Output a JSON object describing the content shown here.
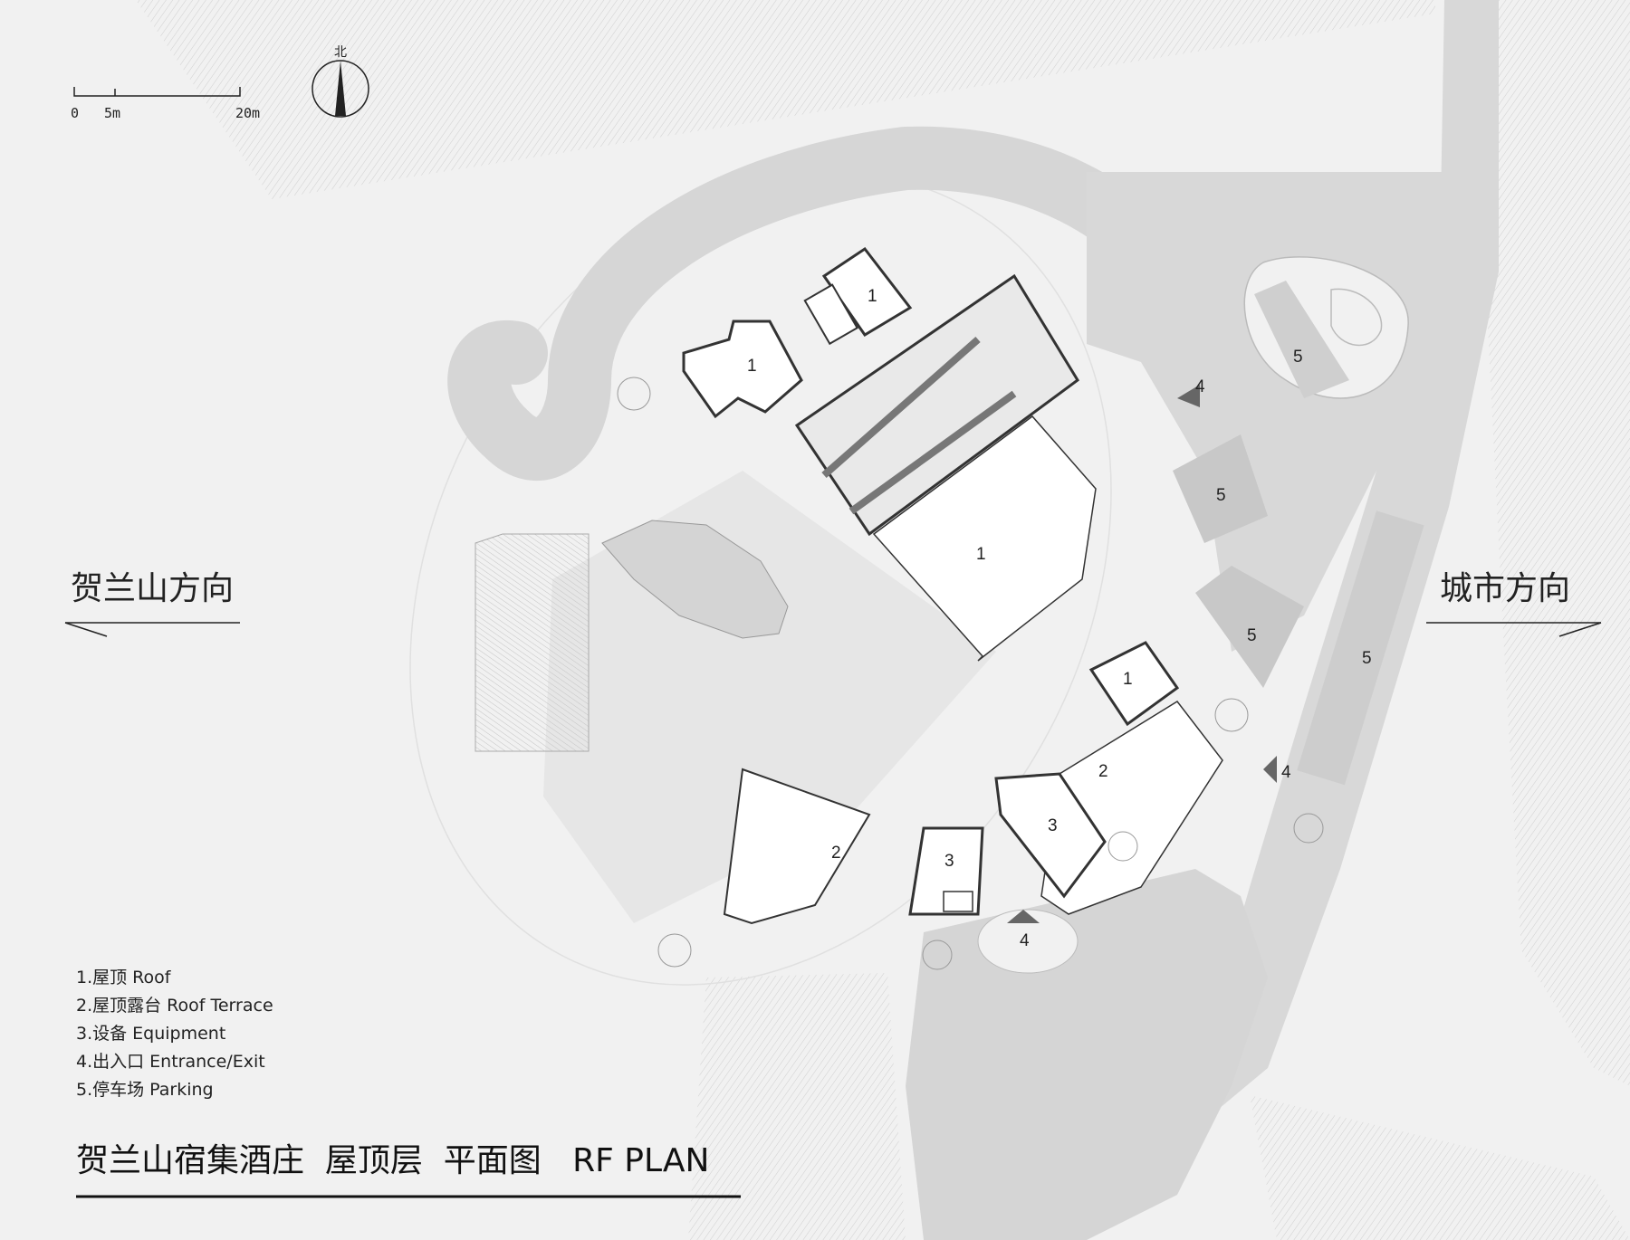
{
  "drawing": {
    "title": "贺兰山宿集酒庄  屋顶层  平面图   RF PLAN",
    "north_label": "北",
    "scale_bar": {
      "labels": [
        "0",
        "5m",
        "20m"
      ]
    },
    "direction_left": "贺兰山方向",
    "direction_right": "城市方向",
    "legend": [
      "1.屋顶   Roof",
      "2.屋顶露台   Roof Terrace",
      "3.设备   Equipment",
      "4.出入口   Entrance/Exit",
      "5.停车场   Parking"
    ],
    "area_labels": {
      "roof": "1",
      "terrace": "2",
      "equipment": "3",
      "entrance": "4",
      "parking": "5"
    }
  },
  "colors": {
    "background": "#f1f1f1",
    "road": "#d8d8d8",
    "courtyard": "#e6e6e6",
    "roof_fill": "#ffffff",
    "line": "#333333",
    "marker": "#666666"
  }
}
